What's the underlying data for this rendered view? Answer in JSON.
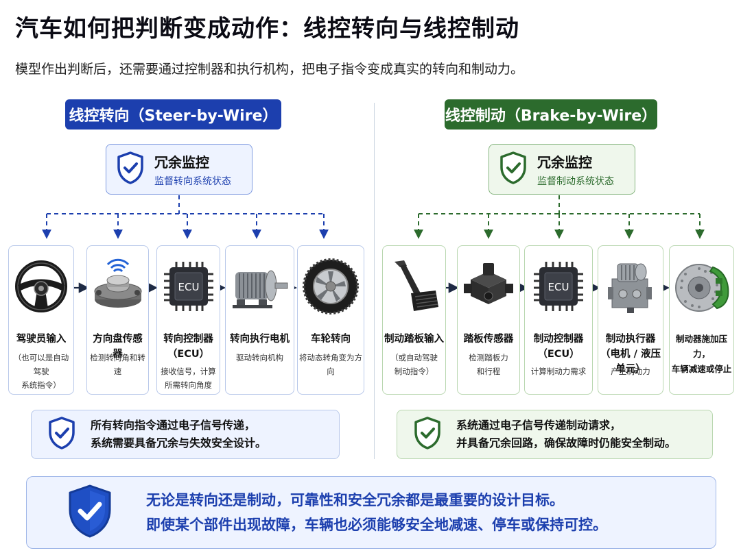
{
  "header": {
    "title": "汽车如何把判断变成动作：线控转向与线控制动",
    "subtitle": "模型作出判断后，还需要通过控制器和执行机构，把电子指令变成真实的转向和制动力。"
  },
  "steer": {
    "heading": "线控转向（Steer-by-Wire）",
    "monitor": {
      "title": "冗余监控",
      "subtitle": "监督转向系统状态"
    },
    "cards": [
      {
        "title": "驾驶员输入",
        "desc": "（也可以是自动驾驶\n系统指令）",
        "icon": "steering-wheel-icon"
      },
      {
        "title": "方向盘传感器",
        "desc": "检测转向角和转速",
        "icon": "steering-sensor-icon"
      },
      {
        "title": "转向控制器\n（ECU）",
        "desc": "接收信号，计算\n所需转向角度",
        "icon": "ecu-chip-icon",
        "chip_label": "ECU"
      },
      {
        "title": "转向执行电机",
        "desc": "驱动转向机构",
        "icon": "electric-motor-icon"
      },
      {
        "title": "车轮转向",
        "desc": "将动态转角变为方向",
        "icon": "wheel-icon"
      }
    ],
    "note": "所有转向指令通过电子信号传递，\n系统需要具备冗余与失效安全设计。"
  },
  "brake": {
    "heading": "线控制动（Brake-by-Wire）",
    "monitor": {
      "title": "冗余监控",
      "subtitle": "监督制动系统状态"
    },
    "cards": [
      {
        "title": "制动踏板输入",
        "desc": "（或自动驾驶\n制动指令）",
        "icon": "brake-pedal-icon"
      },
      {
        "title": "踏板传感器",
        "desc": "检测踏板力\n和行程",
        "icon": "pedal-sensor-icon"
      },
      {
        "title": "制动控制器\n（ECU）",
        "desc": "计算制动力需求",
        "icon": "ecu-chip-icon",
        "chip_label": "ECU"
      },
      {
        "title": "制动执行器\n（电机 / 液压单元）",
        "desc": "产生制动力",
        "icon": "brake-actuator-icon"
      },
      {
        "title": "制动器施加压力，\n车辆减速或停止",
        "desc": "",
        "icon": "brake-disc-icon"
      }
    ],
    "note": "系统通过电子信号传递制动请求，\n并具备冗余回路，确保故障时仍能安全制动。"
  },
  "footer": {
    "text": "无论是转向还是制动，可靠性和安全冗余都是最重要的设计目标。\n即使某个部件出现故障，车辆也必须能够安全地减速、停车或保持可控。",
    "icon": "shield-check-icon"
  },
  "colors": {
    "steer_accent": "#1c3fae",
    "brake_accent": "#2c6b2d",
    "steer_soft": "#eef3ff",
    "brake_soft": "#eff7ec"
  }
}
